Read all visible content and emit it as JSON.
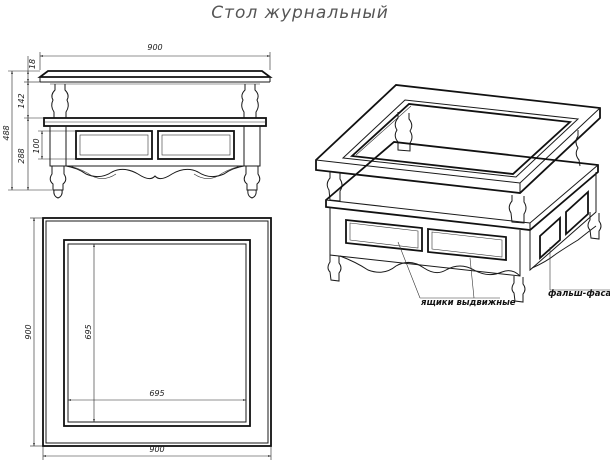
{
  "title": "Стол журнальный",
  "dims": {
    "width_top": "900",
    "height_total": "488",
    "top_thickness": "18",
    "upper_gap": "142",
    "lower_height": "288",
    "drawer_height": "100",
    "plan_width": "900",
    "plan_height": "900",
    "glass_width": "695",
    "glass_height": "695"
  },
  "labels": {
    "drawers": "ящики выдвижные",
    "false_fronts": "фальш-фасады"
  }
}
